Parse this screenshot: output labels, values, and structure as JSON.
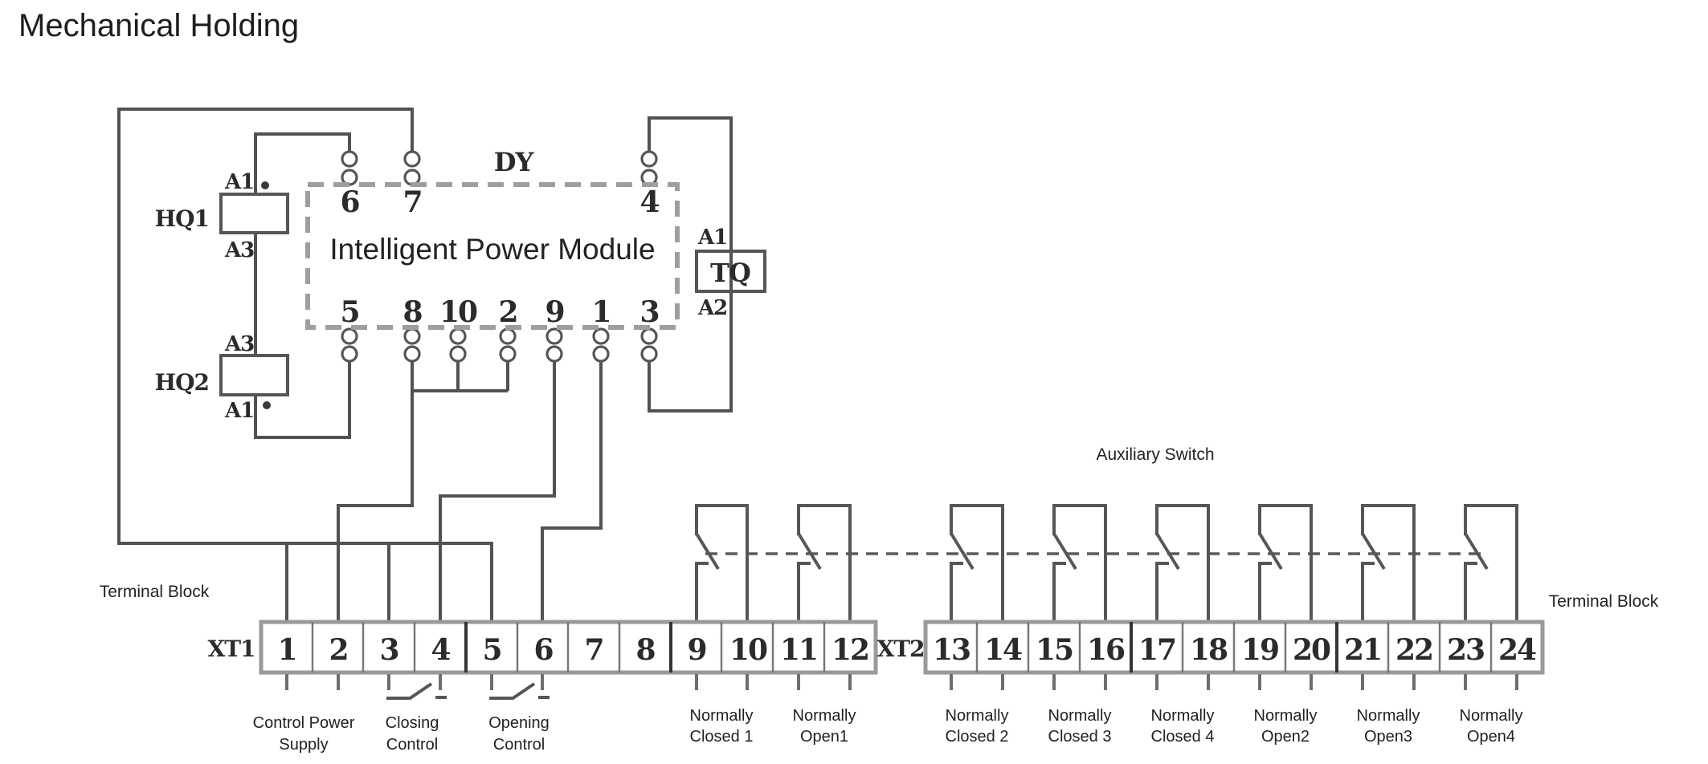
{
  "title": "Mechanical Holding",
  "module": {
    "name": "Intelligent Power Module",
    "tag": "DY",
    "top_pins": [
      "6",
      "7",
      "4"
    ],
    "bottom_pins": [
      "5",
      "8",
      "10",
      "2",
      "9",
      "1",
      "3"
    ]
  },
  "components": {
    "hq1": {
      "name": "HQ1",
      "top_terminal": "A1",
      "bottom_terminal": "A3"
    },
    "hq2": {
      "name": "HQ2",
      "top_terminal": "A3",
      "bottom_terminal": "A1"
    },
    "tq": {
      "name": "TQ",
      "top_terminal": "A1",
      "bottom_terminal": "A2"
    }
  },
  "labels": {
    "terminal_block_left": "Terminal Block",
    "terminal_block_right": "Terminal Block",
    "auxiliary_switch": "Auxiliary Switch"
  },
  "terminal_blocks": {
    "xt1": {
      "name": "XT1",
      "terminals": [
        "1",
        "2",
        "3",
        "4",
        "5",
        "6",
        "7",
        "8",
        "9",
        "10",
        "11",
        "12"
      ]
    },
    "xt2": {
      "name": "XT2",
      "terminals": [
        "13",
        "14",
        "15",
        "16",
        "17",
        "18",
        "19",
        "20",
        "21",
        "22",
        "23",
        "24"
      ]
    }
  },
  "function_labels": [
    {
      "line1": "Control Power",
      "line2": "Supply"
    },
    {
      "line1": "Closing",
      "line2": "Control"
    },
    {
      "line1": "Opening",
      "line2": "Control"
    },
    {
      "line1": "Normally",
      "line2": "Closed 1"
    },
    {
      "line1": "Normally",
      "line2": "Open1"
    },
    {
      "line1": "Normally",
      "line2": "Closed 2"
    },
    {
      "line1": "Normally",
      "line2": "Closed 3"
    },
    {
      "line1": "Normally",
      "line2": "Closed 4"
    },
    {
      "line1": "Normally",
      "line2": "Open2"
    },
    {
      "line1": "Normally",
      "line2": "Open3"
    },
    {
      "line1": "Normally",
      "line2": "Open4"
    }
  ],
  "colors": {
    "wire": "#525252",
    "module_dashed_border": "#9e9e9e",
    "block_border": "#9a9a9a",
    "text": "#262626",
    "background": "#ffffff"
  }
}
